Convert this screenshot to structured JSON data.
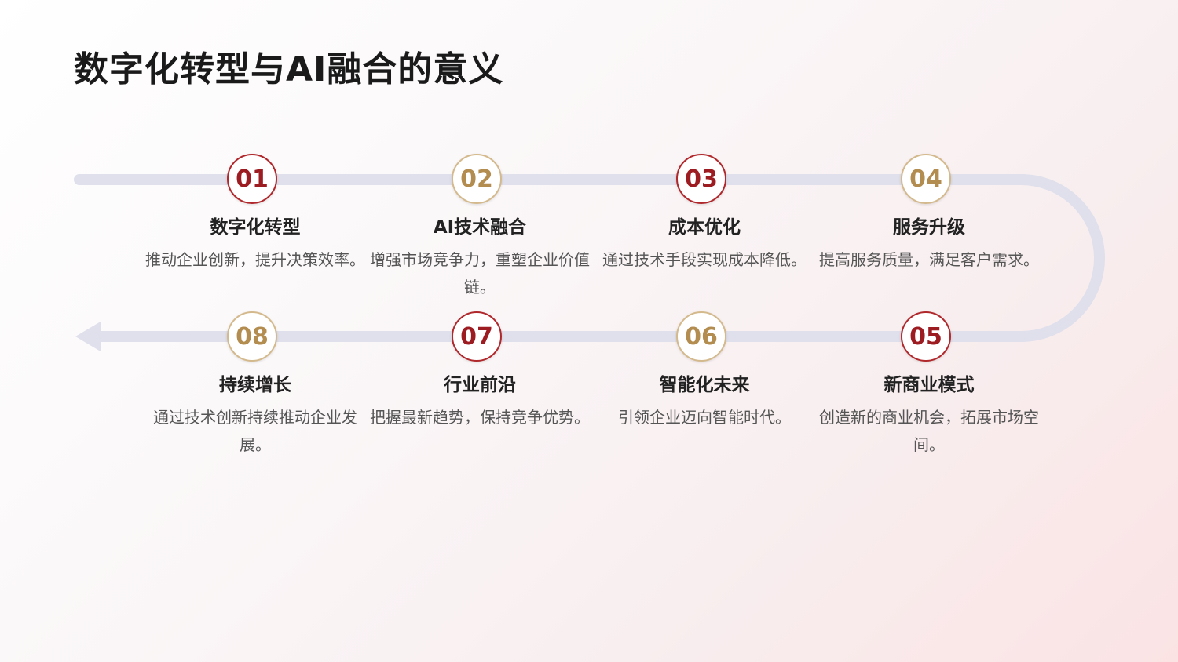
{
  "title": "数字化转型与AI融合的意义",
  "colors": {
    "accent_red": "#9c1c22",
    "accent_gold": "#b38c50",
    "track": "#dfe0ec"
  },
  "steps": [
    {
      "num": "01",
      "title": "数字化转型",
      "desc": "推动企业创新，提升决策效率。",
      "style": "red"
    },
    {
      "num": "02",
      "title": "AI技术融合",
      "desc": "增强市场竞争力，重塑企业价值链。",
      "style": "gold"
    },
    {
      "num": "03",
      "title": "成本优化",
      "desc": "通过技术手段实现成本降低。",
      "style": "red"
    },
    {
      "num": "04",
      "title": "服务升级",
      "desc": "提高服务质量，满足客户需求。",
      "style": "gold"
    },
    {
      "num": "05",
      "title": "新商业模式",
      "desc": "创造新的商业机会，拓展市场空间。",
      "style": "red"
    },
    {
      "num": "06",
      "title": "智能化未来",
      "desc": "引领企业迈向智能时代。",
      "style": "gold"
    },
    {
      "num": "07",
      "title": "行业前沿",
      "desc": "把握最新趋势，保持竞争优势。",
      "style": "red"
    },
    {
      "num": "08",
      "title": "持续增长",
      "desc": "通过技术创新持续推动企业发展。",
      "style": "gold"
    }
  ]
}
